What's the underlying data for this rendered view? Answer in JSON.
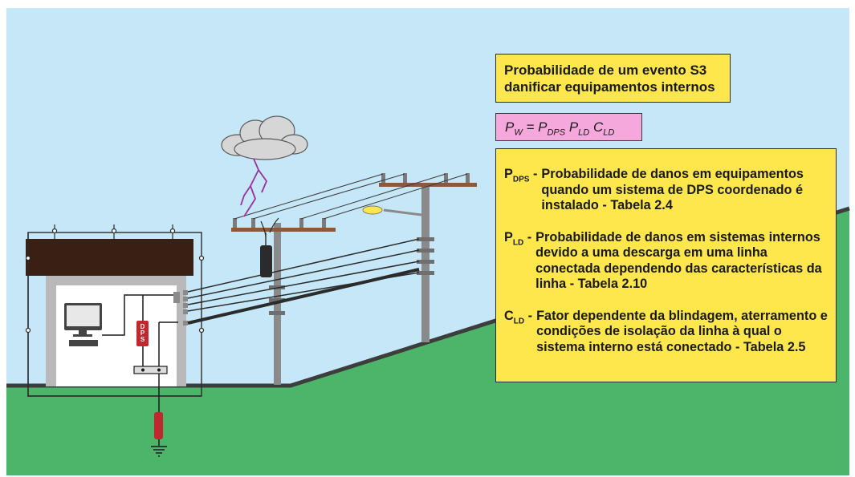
{
  "title_box": {
    "line1_prefix": "Probabilidade de um evento",
    "line1_bold": "S3",
    "line2": "danificar equipamentos internos"
  },
  "formula": {
    "lhs": "P",
    "lhs_sub": "W",
    "eq": " = ",
    "t1": "P",
    "t1_sub": "DPS",
    "t2": "P",
    "t2_sub": "LD",
    "t3": "C",
    "t3_sub": "LD"
  },
  "definitions": [
    {
      "symbol": "P",
      "symbol_sub": "DPS",
      "dash": " - ",
      "text": "Probabilidade de danos em equipamentos quando um sistema de DPS coordenado é instalado - ",
      "ref": "Tabela 2.4"
    },
    {
      "symbol": "P",
      "symbol_sub": "LD",
      "dash": " - ",
      "text": "Probabilidade de danos em sistemas internos devido a uma descarga em uma linha conectada dependendo das características da linha - ",
      "ref": "Tabela 2.10"
    },
    {
      "symbol": "C",
      "symbol_sub": "LD",
      "dash": " - ",
      "text": "Fator dependente da blindagem, aterramento e condições de isolação da linha à qual o sistema interno está conectado - ",
      "ref": "Tabela 2.5"
    }
  ],
  "dps_label": "DPS",
  "colors": {
    "sky": "#c5e7f7",
    "grass": "#4db56a",
    "ground_line": "#3d3d3d",
    "roof": "#3a1f14",
    "wall": "#b9b9b9",
    "interior": "#ffffff",
    "pole": "#8a8a8a",
    "crossarm": "#8b5a3c",
    "dps_red": "#c0282d",
    "lightning": "#9b2fa0",
    "box_yellow": "#fde74c",
    "box_pink": "#f5a8dc"
  }
}
